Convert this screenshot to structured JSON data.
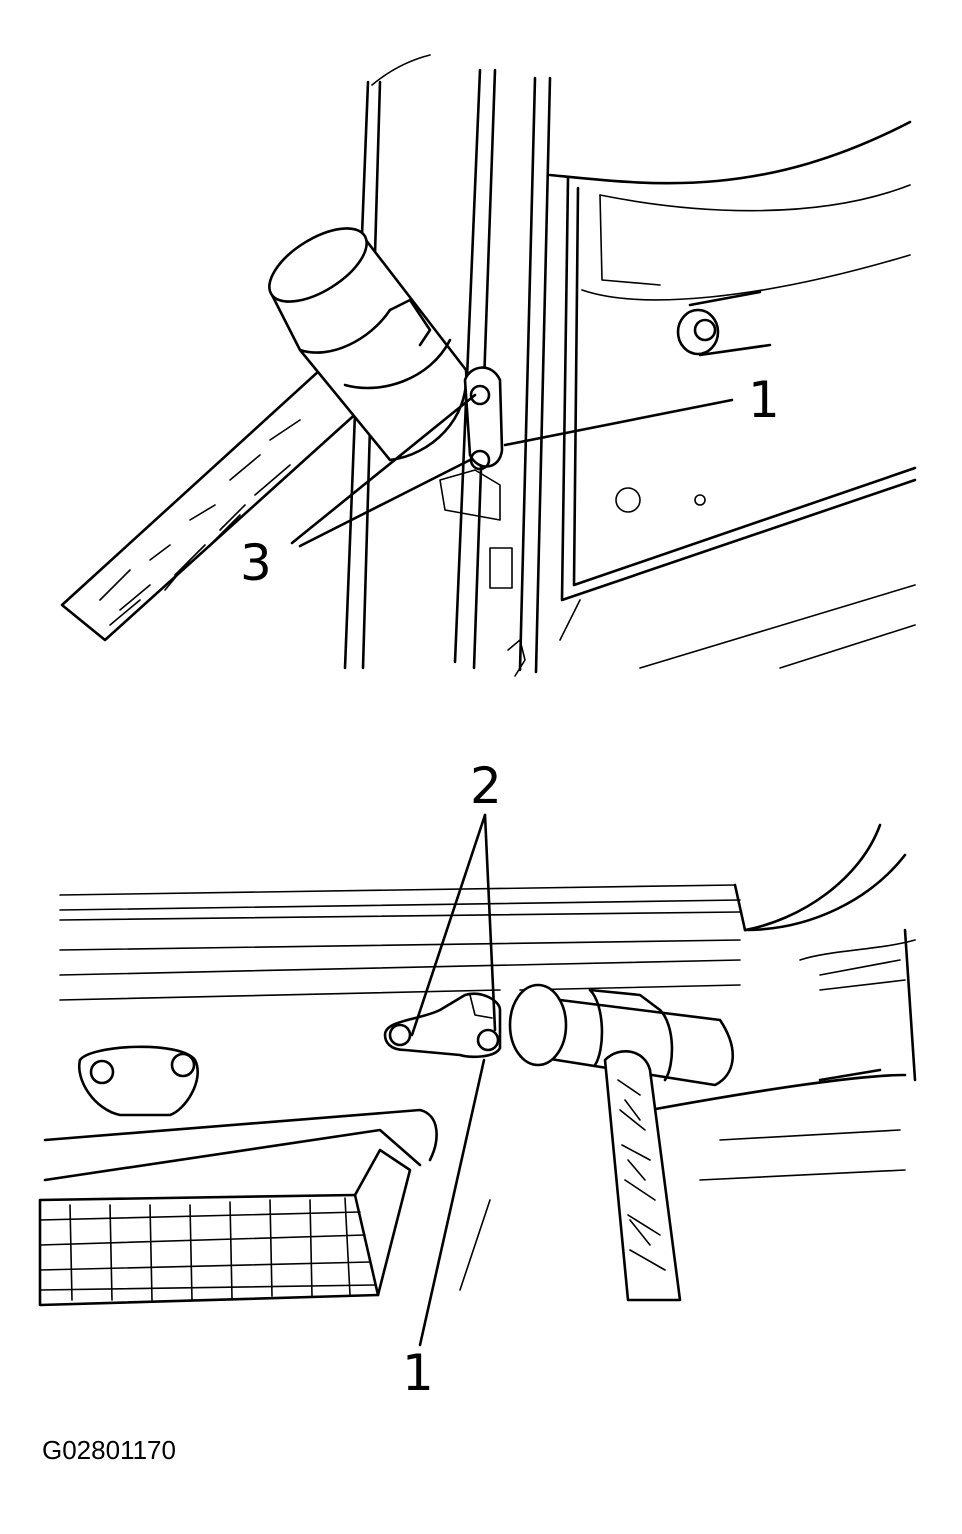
{
  "figure": {
    "top_view": {
      "labels": [
        "1",
        "3"
      ]
    },
    "bottom_view": {
      "labels": [
        "2",
        "1"
      ]
    },
    "figure_id": "G02801170"
  }
}
